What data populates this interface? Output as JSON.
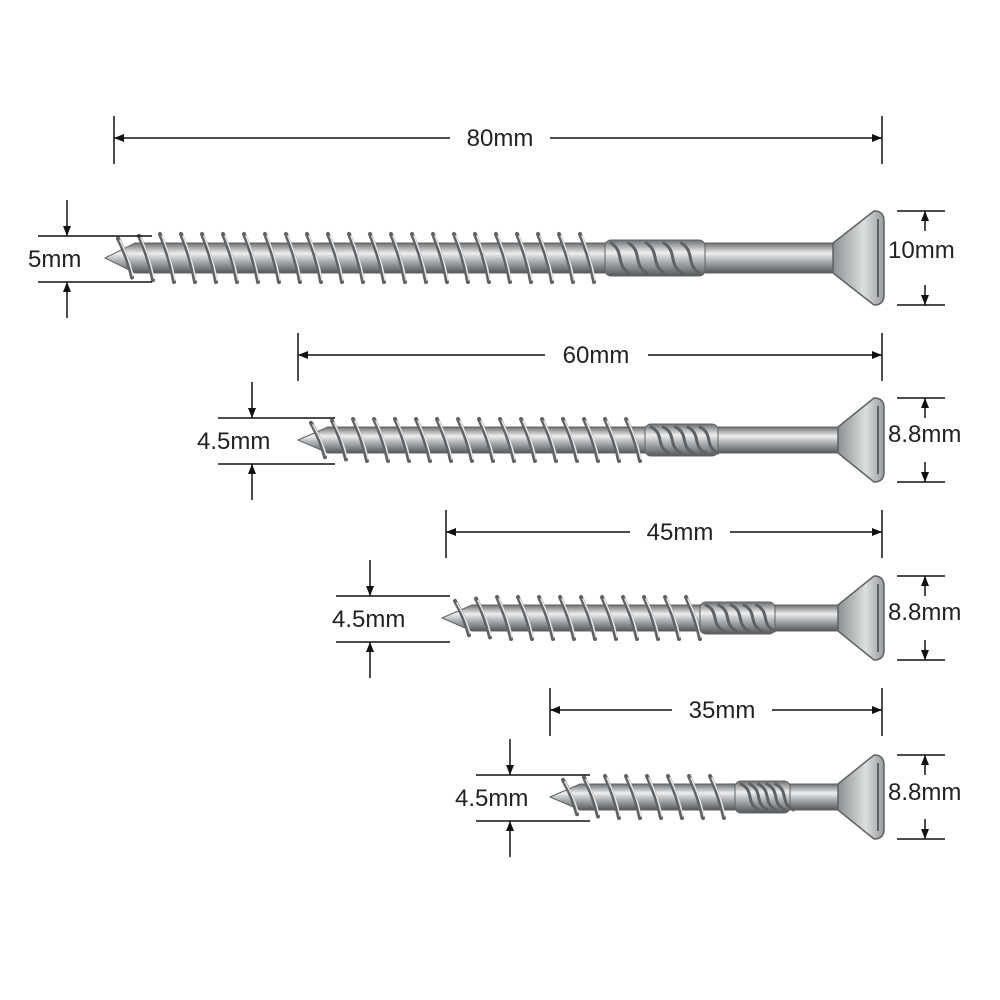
{
  "screws": [
    {
      "length": "80mm",
      "thread_diameter": "5mm",
      "head_diameter": "10mm"
    },
    {
      "length": "60mm",
      "thread_diameter": "4.5mm",
      "head_diameter": "8.8mm"
    },
    {
      "length": "45mm",
      "thread_diameter": "4.5mm",
      "head_diameter": "8.8mm"
    },
    {
      "length": "35mm",
      "thread_diameter": "4.5mm",
      "head_diameter": "8.8mm"
    }
  ],
  "colors": {
    "line": "#111111",
    "text": "#222222",
    "metal_dark": "#5f6264",
    "metal_mid": "#a7aaac",
    "metal_light": "#e6e7e8",
    "background": "#ffffff"
  },
  "icons": {
    "screw": "countersunk-wood-screw-icon",
    "arrow": "dimension-arrow-icon"
  }
}
